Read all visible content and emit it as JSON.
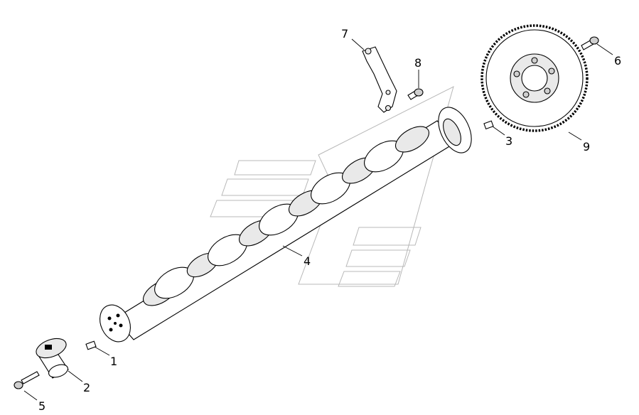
{
  "diagram": {
    "parts": [
      {
        "id": "pin-front",
        "label": "1"
      },
      {
        "id": "front-hub",
        "label": "2"
      },
      {
        "id": "pin-rear",
        "label": "3"
      },
      {
        "id": "camshaft",
        "label": "4"
      },
      {
        "id": "hub-bolt",
        "label": "5"
      },
      {
        "id": "gear-bolt",
        "label": "6"
      },
      {
        "id": "bracket",
        "label": "7"
      },
      {
        "id": "bracket-bolt",
        "label": "8"
      },
      {
        "id": "cam-gear",
        "label": "9"
      }
    ]
  }
}
